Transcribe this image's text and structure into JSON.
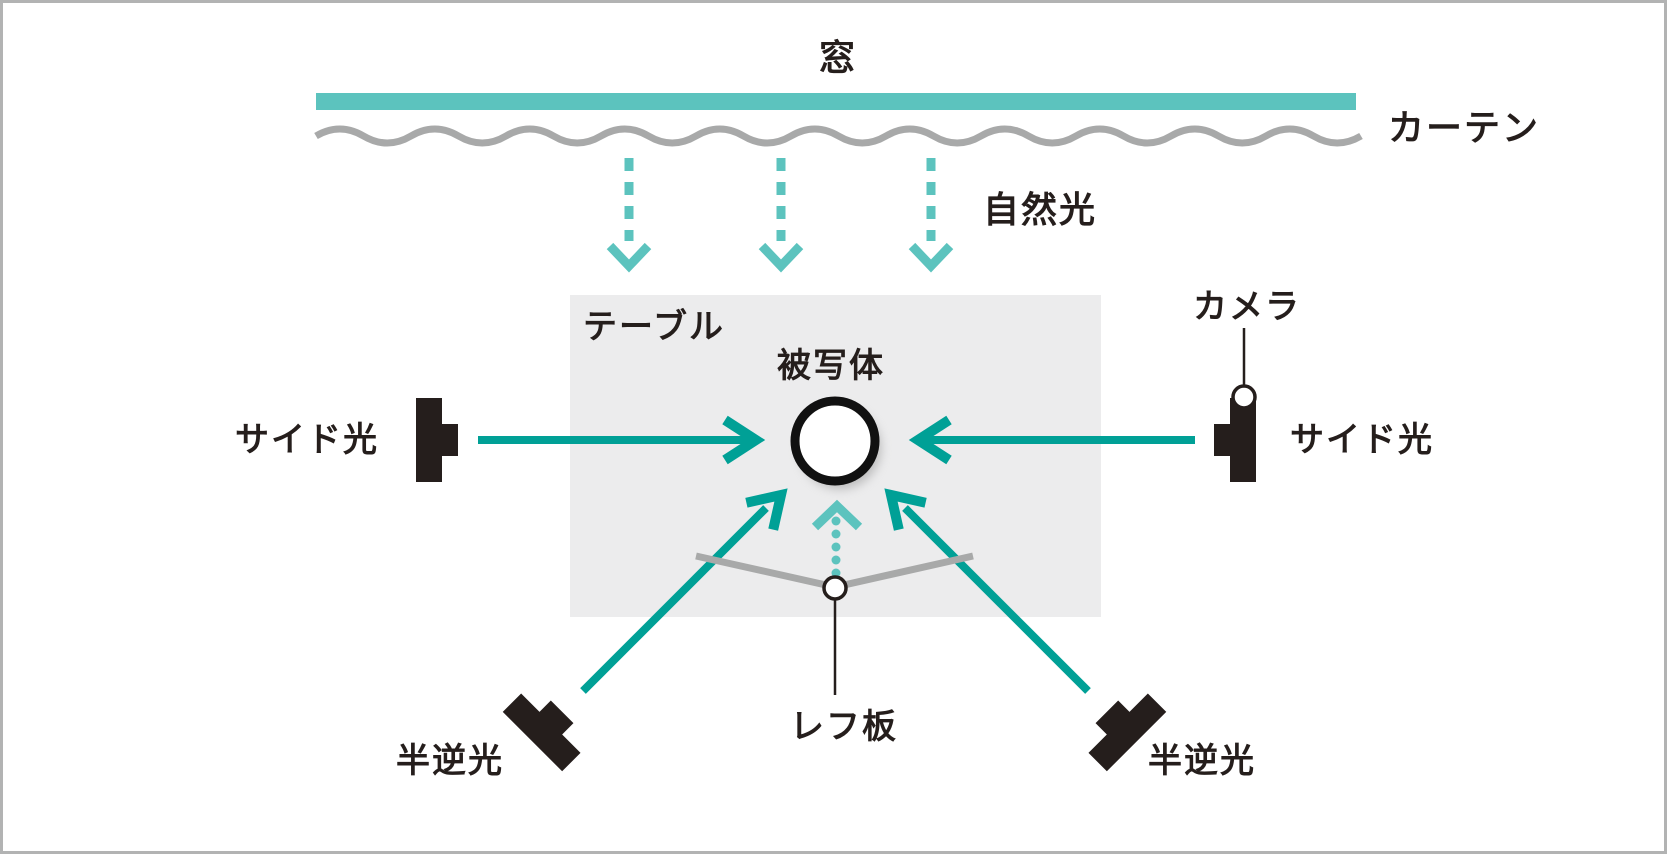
{
  "labels": {
    "window": "窓",
    "curtain": "カーテン",
    "natural_light": "自然光",
    "table": "テーブル",
    "subject": "被写体",
    "camera": "カメラ",
    "side_light_left": "サイド光",
    "side_light_right": "サイド光",
    "half_backlight_left": "半逆光",
    "half_backlight_right": "半逆光",
    "reflector": "レフ板"
  },
  "colors": {
    "teal_solid": "#00a096",
    "teal_light": "#5cc3be",
    "gray_line": "#a8a9a9",
    "table_fill": "#ececed",
    "ink": "#251e1c",
    "border": "#b2b3b3"
  },
  "icons": {
    "window": "window-bar",
    "curtain": "curtain-wave",
    "natural_light": "dashed-down-arrows",
    "strobe_side_left": "flash-strobe-icon",
    "strobe_side_right": "flash-strobe-icon",
    "strobe_bottom_left": "flash-strobe-icon",
    "strobe_bottom_right": "flash-strobe-icon",
    "camera": "camera-lens-circle",
    "subject": "subject-circle",
    "reflector": "reflector-board-v",
    "reflector_bounce": "dotted-up-arrow"
  }
}
